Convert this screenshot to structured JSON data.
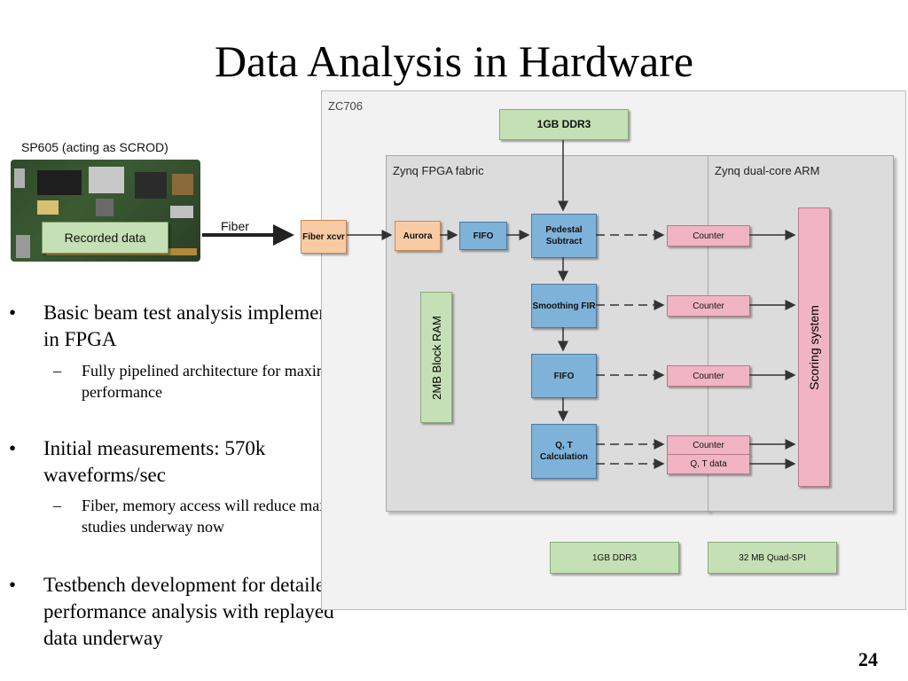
{
  "slide": {
    "title": "Data Analysis in Hardware",
    "number": "24"
  },
  "bullets": [
    {
      "text": "Basic beam test analysis implemented in FPGA",
      "sub": "Fully pipelined architecture for maximum performance"
    },
    {
      "text": "Initial measurements: 570k waveforms/sec",
      "sub": "Fiber, memory access will reduce max rate; studies underway now"
    },
    {
      "text": "Testbench development for detailed performance analysis with replayed data underway"
    }
  ],
  "bullet_glyph": "•",
  "sub_glyph": "–",
  "diagram": {
    "board_label": "SP605 (acting as SCROD)",
    "recorded_data": "Recorded data",
    "fiber_label": "Fiber",
    "fiber_xcvr": "Fiber xcvr",
    "zc_label": "ZC706",
    "ddr_top": "1GB DDR3",
    "fpga_fabric": "Zynq FPGA fabric",
    "arm": "Zynq dual-core ARM",
    "aurora": "Aurora",
    "fifo_in": "FIFO",
    "pedestal": "Pedestal Subtract",
    "smoothing": "Smoothing FIR",
    "fifo_mid": "FIFO",
    "qt_calc": "Q, T Calculation",
    "block_ram": "2MB Block RAM",
    "counters": [
      "Counter",
      "Counter",
      "Counter",
      "Counter"
    ],
    "qt_data": "Q, T data",
    "scoring": "Scoring system",
    "ddr_bottom": "1GB DDR3",
    "quad_spi": "32 MB Quad-SPI"
  },
  "colors": {
    "green": "#c5e0b4",
    "blue": "#7fb2d9",
    "orange": "#f8cba4",
    "pink": "#f0b4c4",
    "region": "#dcdcdc"
  }
}
